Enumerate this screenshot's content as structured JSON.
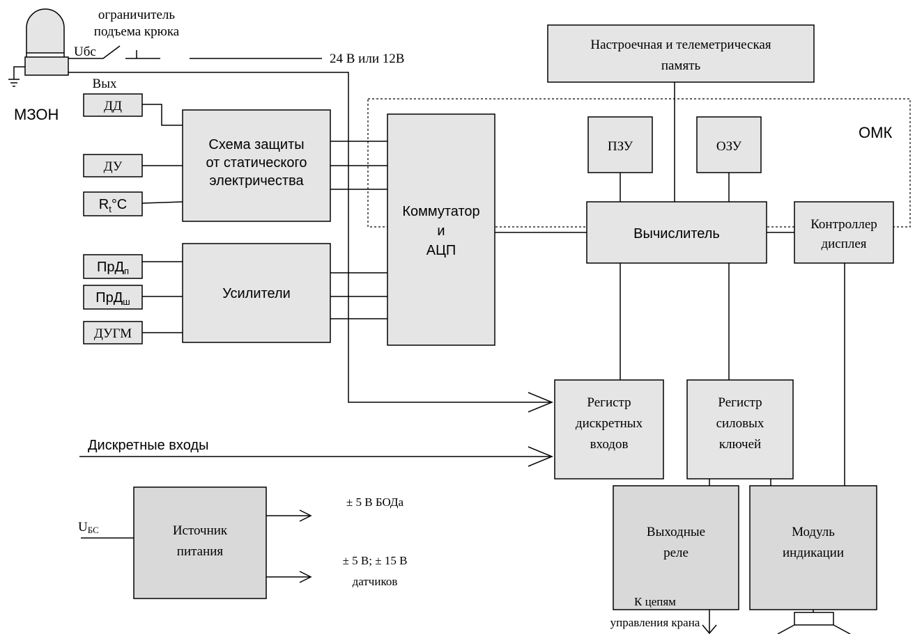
{
  "sensor": {
    "limiter_line1": "ограничитель",
    "limiter_line2": "подъема крюка",
    "u_label": "Uбс",
    "supply_label": "24 В или 12В",
    "vyh_label": "Вых",
    "mzon_label": "МЗОН"
  },
  "sensors": {
    "dd": "ДД",
    "du": "ДУ",
    "rt_main": "R",
    "rt_sub": "t",
    "rt_unit": "°C",
    "prd_p_main": "ПрД",
    "prd_p_sub": "п",
    "prd_sh_main": "ПрД",
    "prd_sh_sub": "ш",
    "dugm": "ДУГМ"
  },
  "blocks": {
    "protection": [
      "Схема защиты",
      "от статического",
      "электричества"
    ],
    "amplifiers": "Усилители",
    "mux": [
      "Коммутатор",
      "и",
      "АЦП"
    ],
    "memory": [
      "Настроечная и телеметрическая",
      "память"
    ],
    "omk": "ОМК",
    "rom": "ПЗУ",
    "ram": "ОЗУ",
    "cpu": "Вычислитель",
    "display_ctrl": [
      "Контроллер",
      "дисплея"
    ],
    "reg_inputs": [
      "Регистр",
      "дискретных",
      "входов"
    ],
    "reg_keys": [
      "Регистр",
      "силовых",
      "ключей"
    ],
    "relays": [
      "Выходные",
      "реле"
    ],
    "indication": [
      "Модуль",
      "индикации"
    ],
    "power": [
      "Источник",
      "питания"
    ]
  },
  "labels": {
    "discrete_inputs": "Дискретные входы",
    "u_bs_main": "U",
    "u_bs_sub": "БС",
    "out_boda": "± 5 В БОДа",
    "out_sensors_1": "± 5 В; ± 15 В",
    "out_sensors_2": "датчиков",
    "crane_1": "К цепям",
    "crane_2": "управления крана"
  }
}
